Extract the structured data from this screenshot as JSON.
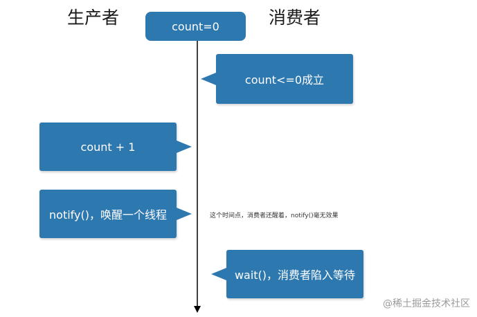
{
  "headers": {
    "producer": "生产者",
    "consumer": "消费者"
  },
  "top_box": "count=0",
  "boxes": {
    "consumer_check": "count<=0成立",
    "producer_increment": "count + 1",
    "producer_notify": "notify()，唤醒一个线程",
    "consumer_wait": "wait()，消费者陷入等待"
  },
  "annotation": "这个时间点，消费者还醒着，notify()毫无效果",
  "watermark": "@稀土掘金技术社区",
  "colors": {
    "box": "#2e78b0",
    "line": "#000000"
  }
}
